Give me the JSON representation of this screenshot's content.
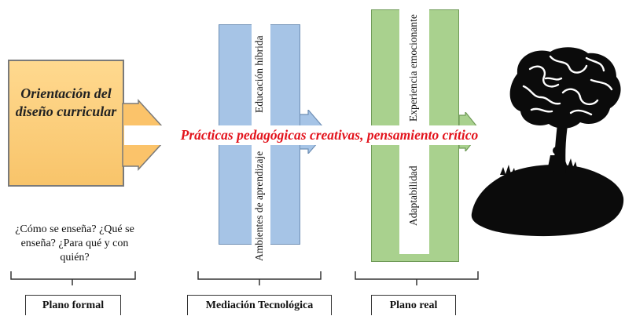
{
  "plano_formal": {
    "box_title": "Orientación del diseño curricular",
    "questions": "¿Cómo se enseña? ¿Qué se enseña? ¿Para qué y con quién?",
    "label": "Plano formal",
    "box_color": "#f8c46a"
  },
  "mediacion": {
    "bar_top_text": "Educación híbrida",
    "bar_bottom_text": "Ambientes de aprendizaje",
    "label": "Mediación Tecnológica",
    "bar_color": "#a6c4e6"
  },
  "plano_real": {
    "bar_top_text": "Experiencia emocionante",
    "bar_bottom_text": "Adaptabilidad",
    "label": "Plano real",
    "bar_color": "#a9d18e"
  },
  "banner": {
    "text": "Prácticas pedagógicas creativas, pensamiento crítico",
    "color": "#e3141d"
  },
  "illustration": {
    "icon": "brain-tree-island-icon"
  }
}
